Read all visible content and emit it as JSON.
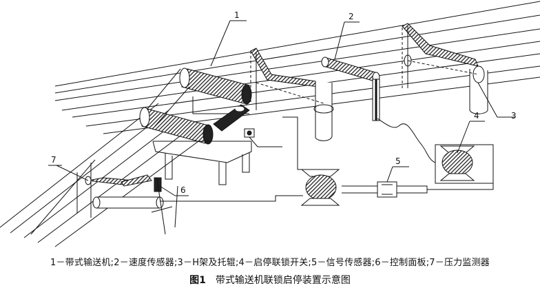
{
  "callouts": [
    "1",
    "2",
    "3",
    "4",
    "5",
    "6",
    "7"
  ],
  "legend_text": "1－带式输送机;2－速度传感器;3－H架及托辊;4－启停联锁开关;5－信号传感器;6－控制面板;7－压力监测器",
  "figure_number": "图1",
  "figure_title": "带式输送机联锁启停装置示意图",
  "colors": {
    "ink": "#111111",
    "hatch": "#333333",
    "background": "#ffffff"
  }
}
